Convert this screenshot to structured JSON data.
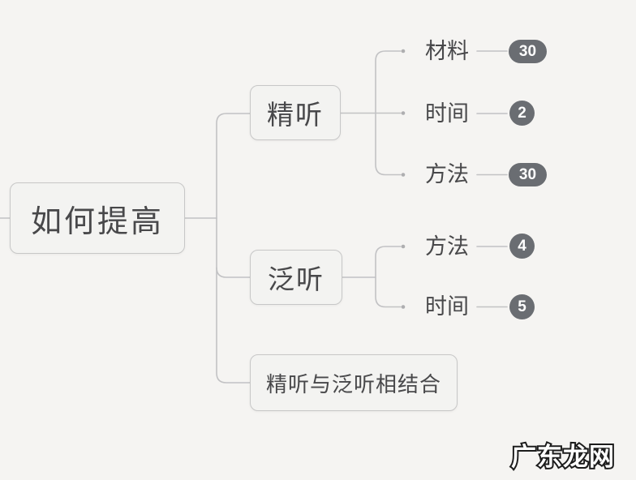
{
  "colors": {
    "background": "#f5f4f2",
    "node_fill": "#f3f3f1",
    "node_border": "#c7c7c7",
    "connector_line": "#c2c2c4",
    "text": "#48484a",
    "badge_bg": "#6a6d72",
    "badge_text": "#ffffff"
  },
  "root": {
    "label": "如何提高"
  },
  "branches": [
    {
      "label": "精听",
      "children": [
        {
          "label": "材料",
          "badge": "30",
          "badge_shape": "pill"
        },
        {
          "label": "时间",
          "badge": "2",
          "badge_shape": "circle"
        },
        {
          "label": "方法",
          "badge": "30",
          "badge_shape": "pill"
        }
      ]
    },
    {
      "label": "泛听",
      "children": [
        {
          "label": "方法",
          "badge": "4",
          "badge_shape": "circle"
        },
        {
          "label": "时间",
          "badge": "5",
          "badge_shape": "circle"
        }
      ]
    },
    {
      "label": "精听与泛听相结合",
      "children": []
    }
  ],
  "watermark": {
    "text": "广东龙网"
  }
}
